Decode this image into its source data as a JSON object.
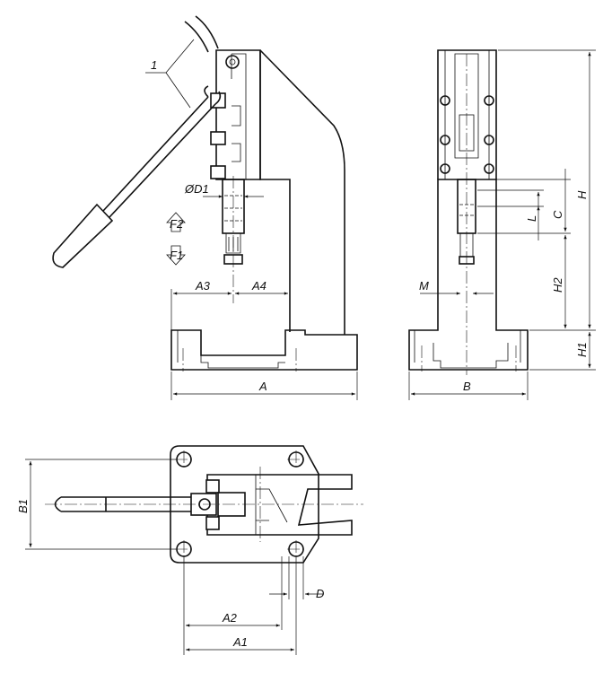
{
  "labels": {
    "callout": "1",
    "d1": "ØD1",
    "f2": "F2",
    "f1": "F1",
    "a3": "A3",
    "a4": "A4",
    "a": "A",
    "m": "M",
    "b": "B",
    "h": "H",
    "h2": "H2",
    "h1": "H1",
    "c": "C",
    "l": "L",
    "b1": "B1",
    "d": "D",
    "a2": "A2",
    "a1": "A1"
  }
}
